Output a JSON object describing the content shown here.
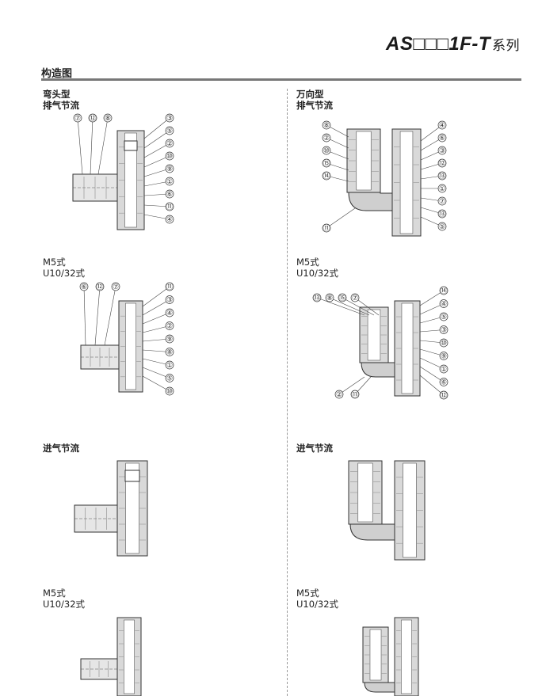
{
  "header": {
    "title_main": "AS□□□1F-T",
    "title_suffix": "系列"
  },
  "section": {
    "label": "构造图"
  },
  "figures": {
    "left_1": {
      "line1": "弯头型",
      "line2": "排气节流",
      "top_callouts": [
        "⑦",
        "⑫",
        "⑧"
      ],
      "right_callouts": [
        "③",
        "⑤",
        "②",
        "⑩",
        "⑨",
        "①",
        "⑥",
        "⑪",
        "④"
      ]
    },
    "right_1": {
      "line1": "万向型",
      "line2": "排气节流",
      "left_callouts": [
        "⑧",
        "②",
        "⑩",
        "⑮",
        "⑭"
      ],
      "right_callouts": [
        "④",
        "⑥",
        "③",
        "⑫",
        "⑬",
        "①",
        "⑦",
        "⑬",
        "⑤"
      ],
      "bottom_callouts": [
        "⑪"
      ]
    },
    "left_2": {
      "line1": "M5式",
      "line2": "U10/32式",
      "top_callouts": [
        "⑥",
        "⑫",
        "⑦"
      ],
      "right_callouts": [
        "⑪",
        "③",
        "④",
        "②",
        "⑨",
        "⑧",
        "①",
        "⑤",
        "⑩"
      ]
    },
    "right_2": {
      "line1": "M5式",
      "line2": "U10/32式",
      "top_callouts": [
        "⑬",
        "⑧",
        "⑮",
        "⑦"
      ],
      "right_callouts": [
        "⑭",
        "④",
        "⑤",
        "③",
        "⑩",
        "⑨",
        "①",
        "⑥",
        "⑫"
      ],
      "bottom_callouts": [
        "②",
        "⑪"
      ]
    },
    "left_3": {
      "line1": "进气节流"
    },
    "right_3": {
      "line1": "进气节流"
    },
    "left_4": {
      "line1": "M5式",
      "line2": "U10/32式"
    },
    "right_4": {
      "line1": "M5式",
      "line2": "U10/32式"
    }
  }
}
